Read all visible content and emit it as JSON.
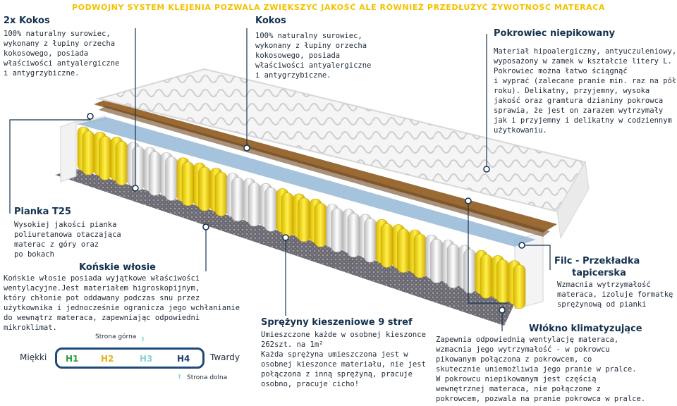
{
  "banner": "PODWÓJNY SYSTEM KLEJENIA POZWALA ZWIĘKSZYĆ JAKOŚĆ ALE RÓWNIEŻ PRZEDŁUŻYĆ ŻYWOTNOŚĆ MATERACA",
  "kokos_left": {
    "title": "2x Kokos",
    "text": "100% naturalny surowiec,\nwykonany z łupiny orzecha\nkokosowego, posiada\nwłaściwości antyalergiczne\ni antygrzybiczne."
  },
  "kokos_center": {
    "title": "Kokos",
    "text": "100% naturalny surowiec,\nwykonany z łupiny orzecha\nkokosowego, posiada\nwłaściwości antyalergiczne\ni antygrzybiczne."
  },
  "pokrowiec": {
    "title": "Pokrowiec niepikowany",
    "text": "Materiał hipoalergiczny, antyuczuleniowy,\nwyposażony w zamek w kształcie litery L.\nPokrowiec można łatwo ściągnąć\ni wyprać (zalecane pranie min. raz na pół\nroku). Delikatny, przyjemny, wysoka\njakość oraz gramtura dzianiny pokrowca\nsprawia, że jest on zarazem wytrzymały\njak i przyjemny i delikatny w codziennym\nużytkowaniu."
  },
  "pianka": {
    "title": "Pianka T25",
    "text": "Wysokiej jakości pianka\npoliuretanowa otaczająca\nmaterac z góry oraz\npo bokach"
  },
  "wlosie": {
    "title": "Końskie włosie",
    "text": "Końskie włosie posiada wyjątkowe właściwości\nwentylacyjne.Jest materiałem higroskopijnym,\nktóry chłonie pot oddawany podczas snu przez\nużytkownika i jednocześnie ogranicza jego wchłanianie\ndo wewnątrz materaca, zapewniając odpowiedni\nmikroklimat."
  },
  "filc": {
    "title_line1": "Filc - Przekładka",
    "title_line2": "tapicerska",
    "text": "Wzmacnia wytrzymałość\nmateraca, izoluje formatkę\nsprężynową od pianki"
  },
  "sprezyny": {
    "title": "Sprężyny kieszeniowe 9 stref",
    "text_line1": "Umieszczone każde w osobnej kieszonce",
    "text_line2": "262szt. na 1m²",
    "text": "Każda sprężyna umieszczona jest w\nosobnej kieszonce materiału, nie jest\npołączona z inną sprężyną, pracuje\nosobno, pracuje cicho!"
  },
  "wlokno": {
    "title": "Włókno klimatyzujące",
    "text": "Zapewnia odpowiednią wentylację materaca,\nwzmacnia jego wytrzymałość - w pokrowcu\npikowanym połączona z pokrowcem, co\nskutecznie uniemożliwia jego pranie w pralce.\nW pokrowcu niepikowanym jest częścią\nwewnętrznej materaca, nie połączone z\npokrowcem, pozwala na pranie pokrowca w pralce."
  },
  "hardness": {
    "soft": "Miękki",
    "hard": "Twardy",
    "top_side": "Strona górna",
    "bottom_side": "Strona dolna",
    "levels": [
      {
        "label": "H1",
        "color": "#2e9d3e"
      },
      {
        "label": "H2",
        "color": "#e3b21a"
      },
      {
        "label": "H3",
        "color": "#8fd0d8"
      },
      {
        "label": "H4",
        "color": "#1e3e6e"
      }
    ]
  }
}
